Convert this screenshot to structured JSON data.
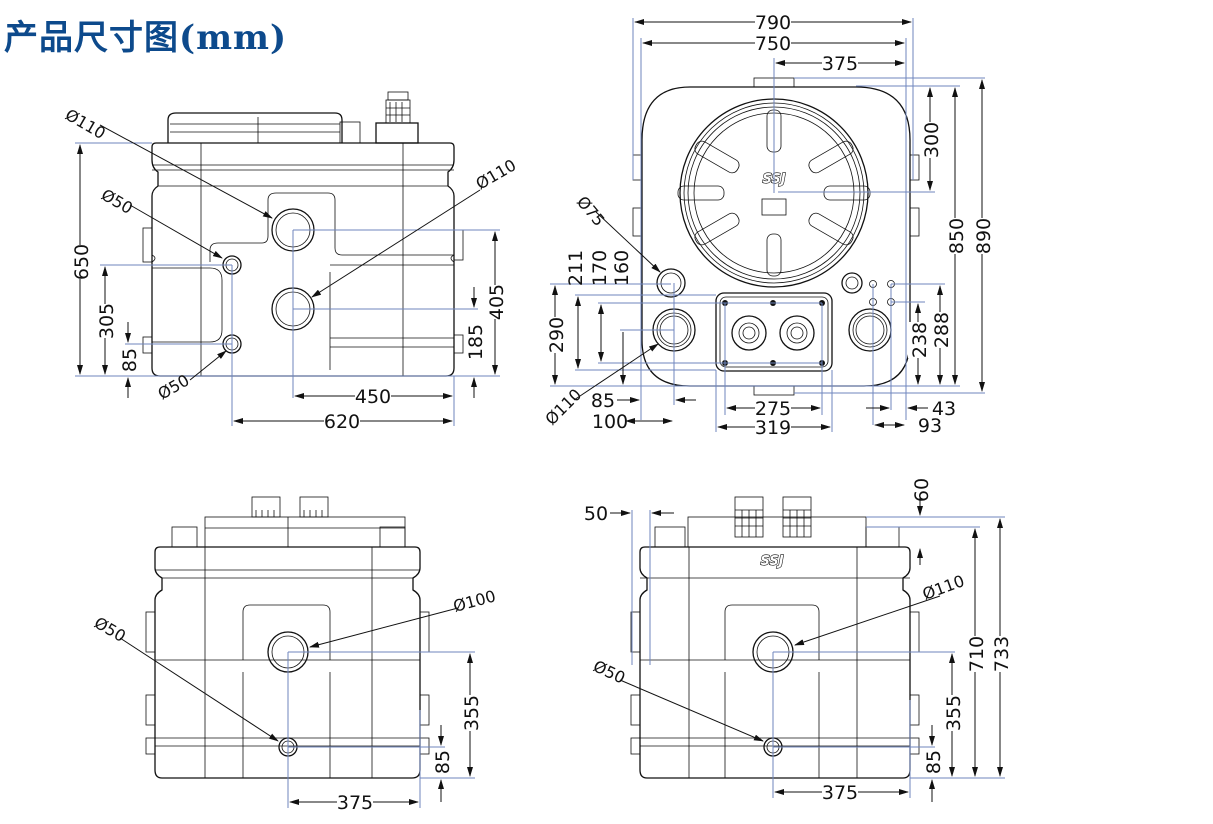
{
  "title": "产品尺寸图(mm)",
  "brand_logo": "SSJ",
  "colors": {
    "title": "#0d4a8c",
    "dimension_line": "#6f86bd",
    "outline": "#111111"
  },
  "views": {
    "front": {
      "dims": {
        "height_total": "650",
        "inlet_305": "305",
        "inlet_85": "85",
        "outlet_405": "405",
        "outlet_185": "185",
        "width_450": "450",
        "width_620": "620"
      },
      "diameters": {
        "top_inlet": "Ø110",
        "left_upper": "Ø50",
        "right_inlet": "Ø110",
        "left_lower": "Ø50"
      }
    },
    "top": {
      "dims": {
        "w790": "790",
        "w750": "750",
        "w375": "375",
        "h300": "300",
        "h850": "850",
        "h890": "890",
        "h211": "211",
        "h170": "170",
        "h160": "160",
        "h290": "290",
        "x85": "85",
        "x100": "100",
        "x275": "275",
        "x319": "319",
        "h238": "238",
        "h288": "288",
        "x43": "43",
        "x93": "93"
      },
      "diameters": {
        "vent": "Ø75",
        "inlet": "Ø110"
      }
    },
    "side_left": {
      "dims": {
        "h355": "355",
        "h85": "85",
        "w375": "375"
      },
      "diameters": {
        "inlet": "Ø100",
        "drain": "Ø50"
      }
    },
    "side_right": {
      "dims": {
        "x50": "50",
        "h60": "60",
        "h710": "710",
        "h733": "733",
        "h355": "355",
        "h85": "85",
        "w375": "375"
      },
      "diameters": {
        "inlet": "Ø110",
        "drain": "Ø50"
      }
    }
  }
}
